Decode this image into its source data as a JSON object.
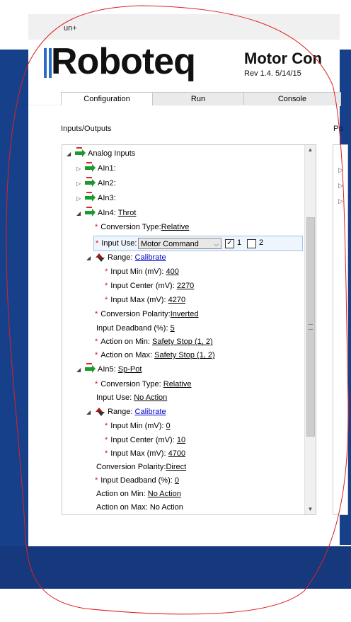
{
  "window": {
    "title_fragment": "un+"
  },
  "header": {
    "logo_text": "Roboteq",
    "app_title": "Motor Con",
    "revision": "Rev 1.4. 5/14/15"
  },
  "tabs": [
    {
      "label": "Configuration"
    },
    {
      "label": "Run"
    },
    {
      "label": "Console"
    }
  ],
  "panel": {
    "inputs_outputs_label": "Inputs/Outputs",
    "right_label_fragment": "Po"
  },
  "tree": {
    "analog_inputs": "Analog Inputs",
    "ain1": "AIn1:",
    "ain2": "AIn2:",
    "ain3": "AIn3:",
    "ain4": {
      "label": "AIn4:",
      "value": "Throt"
    },
    "ain4_children": {
      "conversion_type": {
        "label": "Conversion Type:",
        "value": "Relative"
      },
      "input_use": {
        "label": "Input Use:",
        "selected": "Motor Command",
        "check1_label": "1",
        "check2_label": "2",
        "check1": true,
        "check2": false
      },
      "range": {
        "label": "Range:",
        "link": "Calibrate"
      },
      "input_min": {
        "label": "Input Min (mV):",
        "value": "400"
      },
      "input_center": {
        "label": "Input Center (mV):",
        "value": "2270"
      },
      "input_max": {
        "label": "Input Max (mV):",
        "value": "4270"
      },
      "conversion_polarity": {
        "label": "Conversion Polarity:",
        "value": "Inverted"
      },
      "input_deadband": {
        "label": "Input Deadband (%):",
        "value": "5"
      },
      "action_on_min": {
        "label": "Action on Min:",
        "value": "Safety Stop (1, 2)"
      },
      "action_on_max": {
        "label": "Action on Max:",
        "value": "Safety Stop (1, 2)"
      }
    },
    "ain5": {
      "label": "AIn5:",
      "value": "Sp-Pot"
    },
    "ain5_children": {
      "conversion_type": {
        "label": "Conversion Type:",
        "value": "Relative"
      },
      "input_use": {
        "label": "Input Use:",
        "value": "No Action"
      },
      "range": {
        "label": "Range:",
        "link": "Calibrate"
      },
      "input_min": {
        "label": "Input Min (mV):",
        "value": "0"
      },
      "input_center": {
        "label": "Input Center (mV):",
        "value": "10"
      },
      "input_max": {
        "label": "Input Max (mV):",
        "value": "4700"
      },
      "conversion_polarity": {
        "label": "Conversion Polarity:",
        "value": "Direct"
      },
      "input_deadband": {
        "label": "Input Deadband (%):",
        "value": "0"
      },
      "action_on_min": {
        "label": "Action on Min:",
        "value": "No Action"
      },
      "action_on_max": {
        "label": "Action on Max:",
        "value": "No Action"
      }
    }
  },
  "colors": {
    "accent_blue": "#0b57b8",
    "desktop_blue": "#17408a",
    "required_star": "#d01818",
    "outline_red": "#e02020"
  }
}
